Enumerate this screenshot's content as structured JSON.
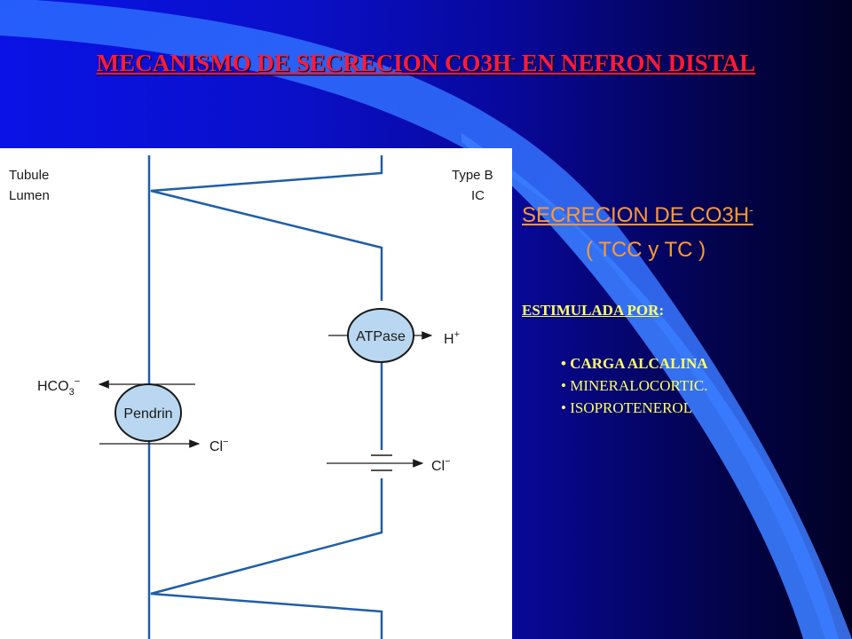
{
  "slide": {
    "title": "MECANISMO DE SECRECION CO3H",
    "title_superscript": "-",
    "title_suffix": " EN NEFRON DISTAL",
    "subtitle": "SECRECION DE CO3H",
    "subtitle_superscript": "-",
    "segment": "( TCC y TC )",
    "stimulated_label": "ESTIMULADA POR",
    "stimulated_colon": ":",
    "stimuli": [
      "CARGA ALCALINA",
      "MINERALOCORTIC.",
      "ISOPROTENEROL"
    ],
    "bullet": "•"
  },
  "diagram": {
    "lumen_label": [
      "Tubule",
      "Lumen"
    ],
    "cell_label": [
      "Type B",
      "IC"
    ],
    "pendrin_label": "Pendrin",
    "atpase_label": "ATPase",
    "hco3": "HCO",
    "hco3_sub": "3",
    "hco3_sup": "−",
    "cl": "Cl",
    "cl_sup": "−",
    "h": "H",
    "h_sup": "+"
  },
  "colors": {
    "title": "#ff1a3c",
    "subtitle": "#ff9933",
    "list_text": "#ffff66",
    "membrane": "#1f5ea8",
    "transporter_fill": "#b9d7f0"
  }
}
